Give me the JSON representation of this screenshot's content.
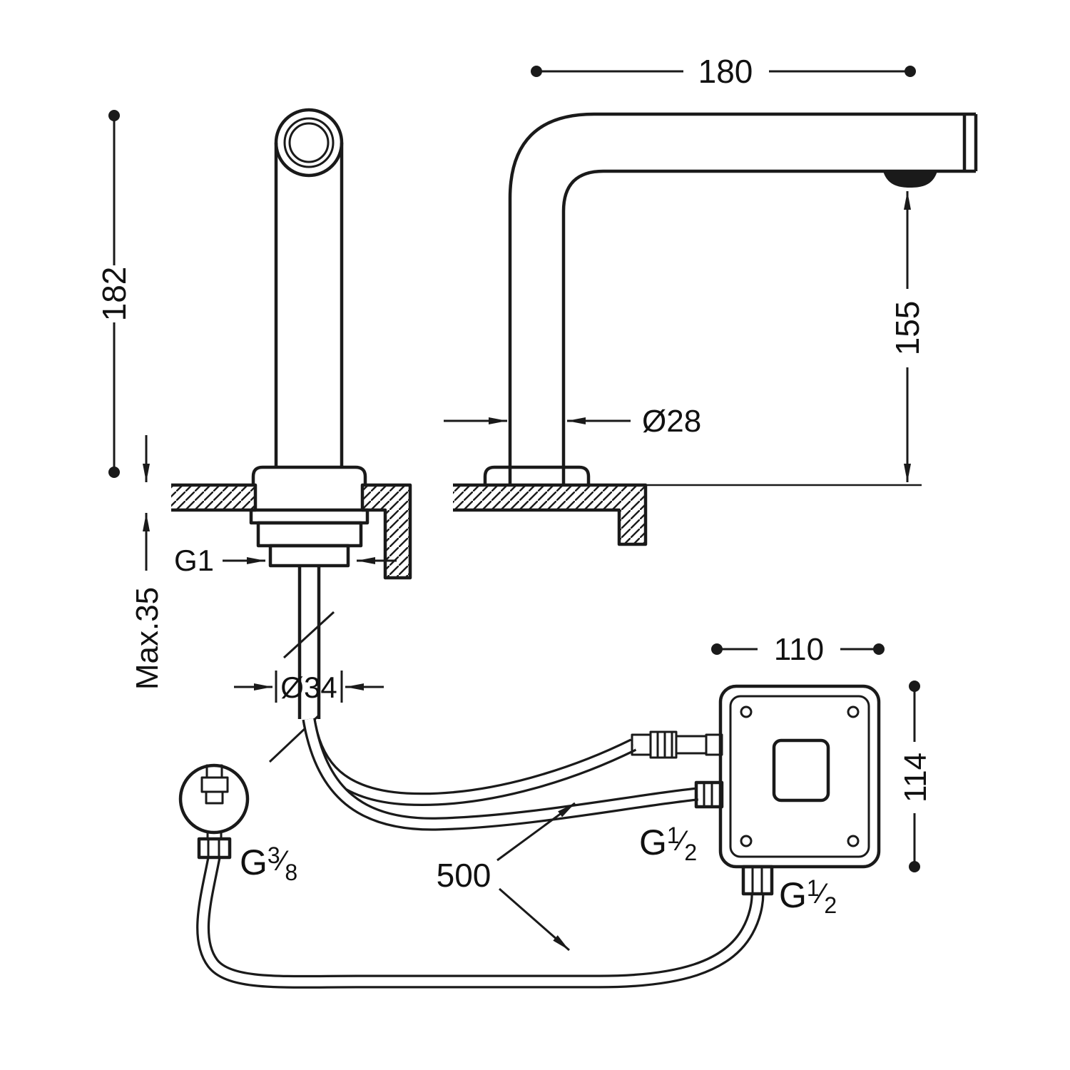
{
  "drawing": {
    "dims": {
      "overall_height": "182",
      "spout_reach": "180",
      "spout_height": "155",
      "spout_diameter": "Ø28",
      "shank_diameter": "Ø34",
      "deck_thickness": "Max.35",
      "base_thread": "G1",
      "box_width": "110",
      "box_height": "114",
      "hose_length": "500"
    },
    "frac_slash": "⁄",
    "threads": {
      "supply": {
        "base": "G",
        "num": "3",
        "den": "8"
      },
      "box_inlet": {
        "base": "G",
        "num": "1",
        "den": "2"
      },
      "box_outlet": {
        "base": "G",
        "num": "1",
        "den": "2"
      }
    }
  }
}
